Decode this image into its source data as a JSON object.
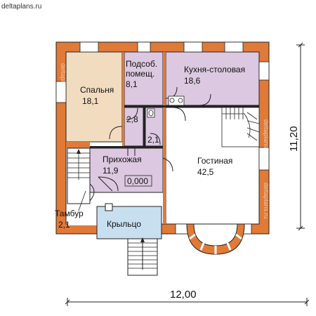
{
  "site": "deltaplans.ru",
  "watermark": "deltaplans.ru",
  "colors": {
    "brick": "#e07a38",
    "brick_dark": "#b85a20",
    "bedroom": "#f2dcc0",
    "living": "#ffffff",
    "kitchen": "#dcc8e0",
    "hall": "#dcc8e0",
    "porch": "#c8dff0",
    "window": "#ffffff",
    "line": "#222222"
  },
  "rooms": [
    {
      "id": "bedroom",
      "name": "Спальня",
      "area": "18,1"
    },
    {
      "id": "utility",
      "name_line1": "Подсоб.",
      "name_line2": "помещ.",
      "area": "8,1"
    },
    {
      "id": "kitchen",
      "name": "Кухня-столовая",
      "area": "18,6"
    },
    {
      "id": "bath1",
      "area": "2,8"
    },
    {
      "id": "bath2",
      "area": "2,1"
    },
    {
      "id": "hall",
      "name": "Прихожая",
      "area": "11,9"
    },
    {
      "id": "living",
      "name": "Гостиная",
      "area": "42,5"
    },
    {
      "id": "vestibule",
      "name": "Тамбур",
      "area": "2,1"
    },
    {
      "id": "porch",
      "name": "Крыльцо"
    }
  ],
  "level_mark": "0,000",
  "dimensions": {
    "width": "12,00",
    "depth": "11,20"
  }
}
